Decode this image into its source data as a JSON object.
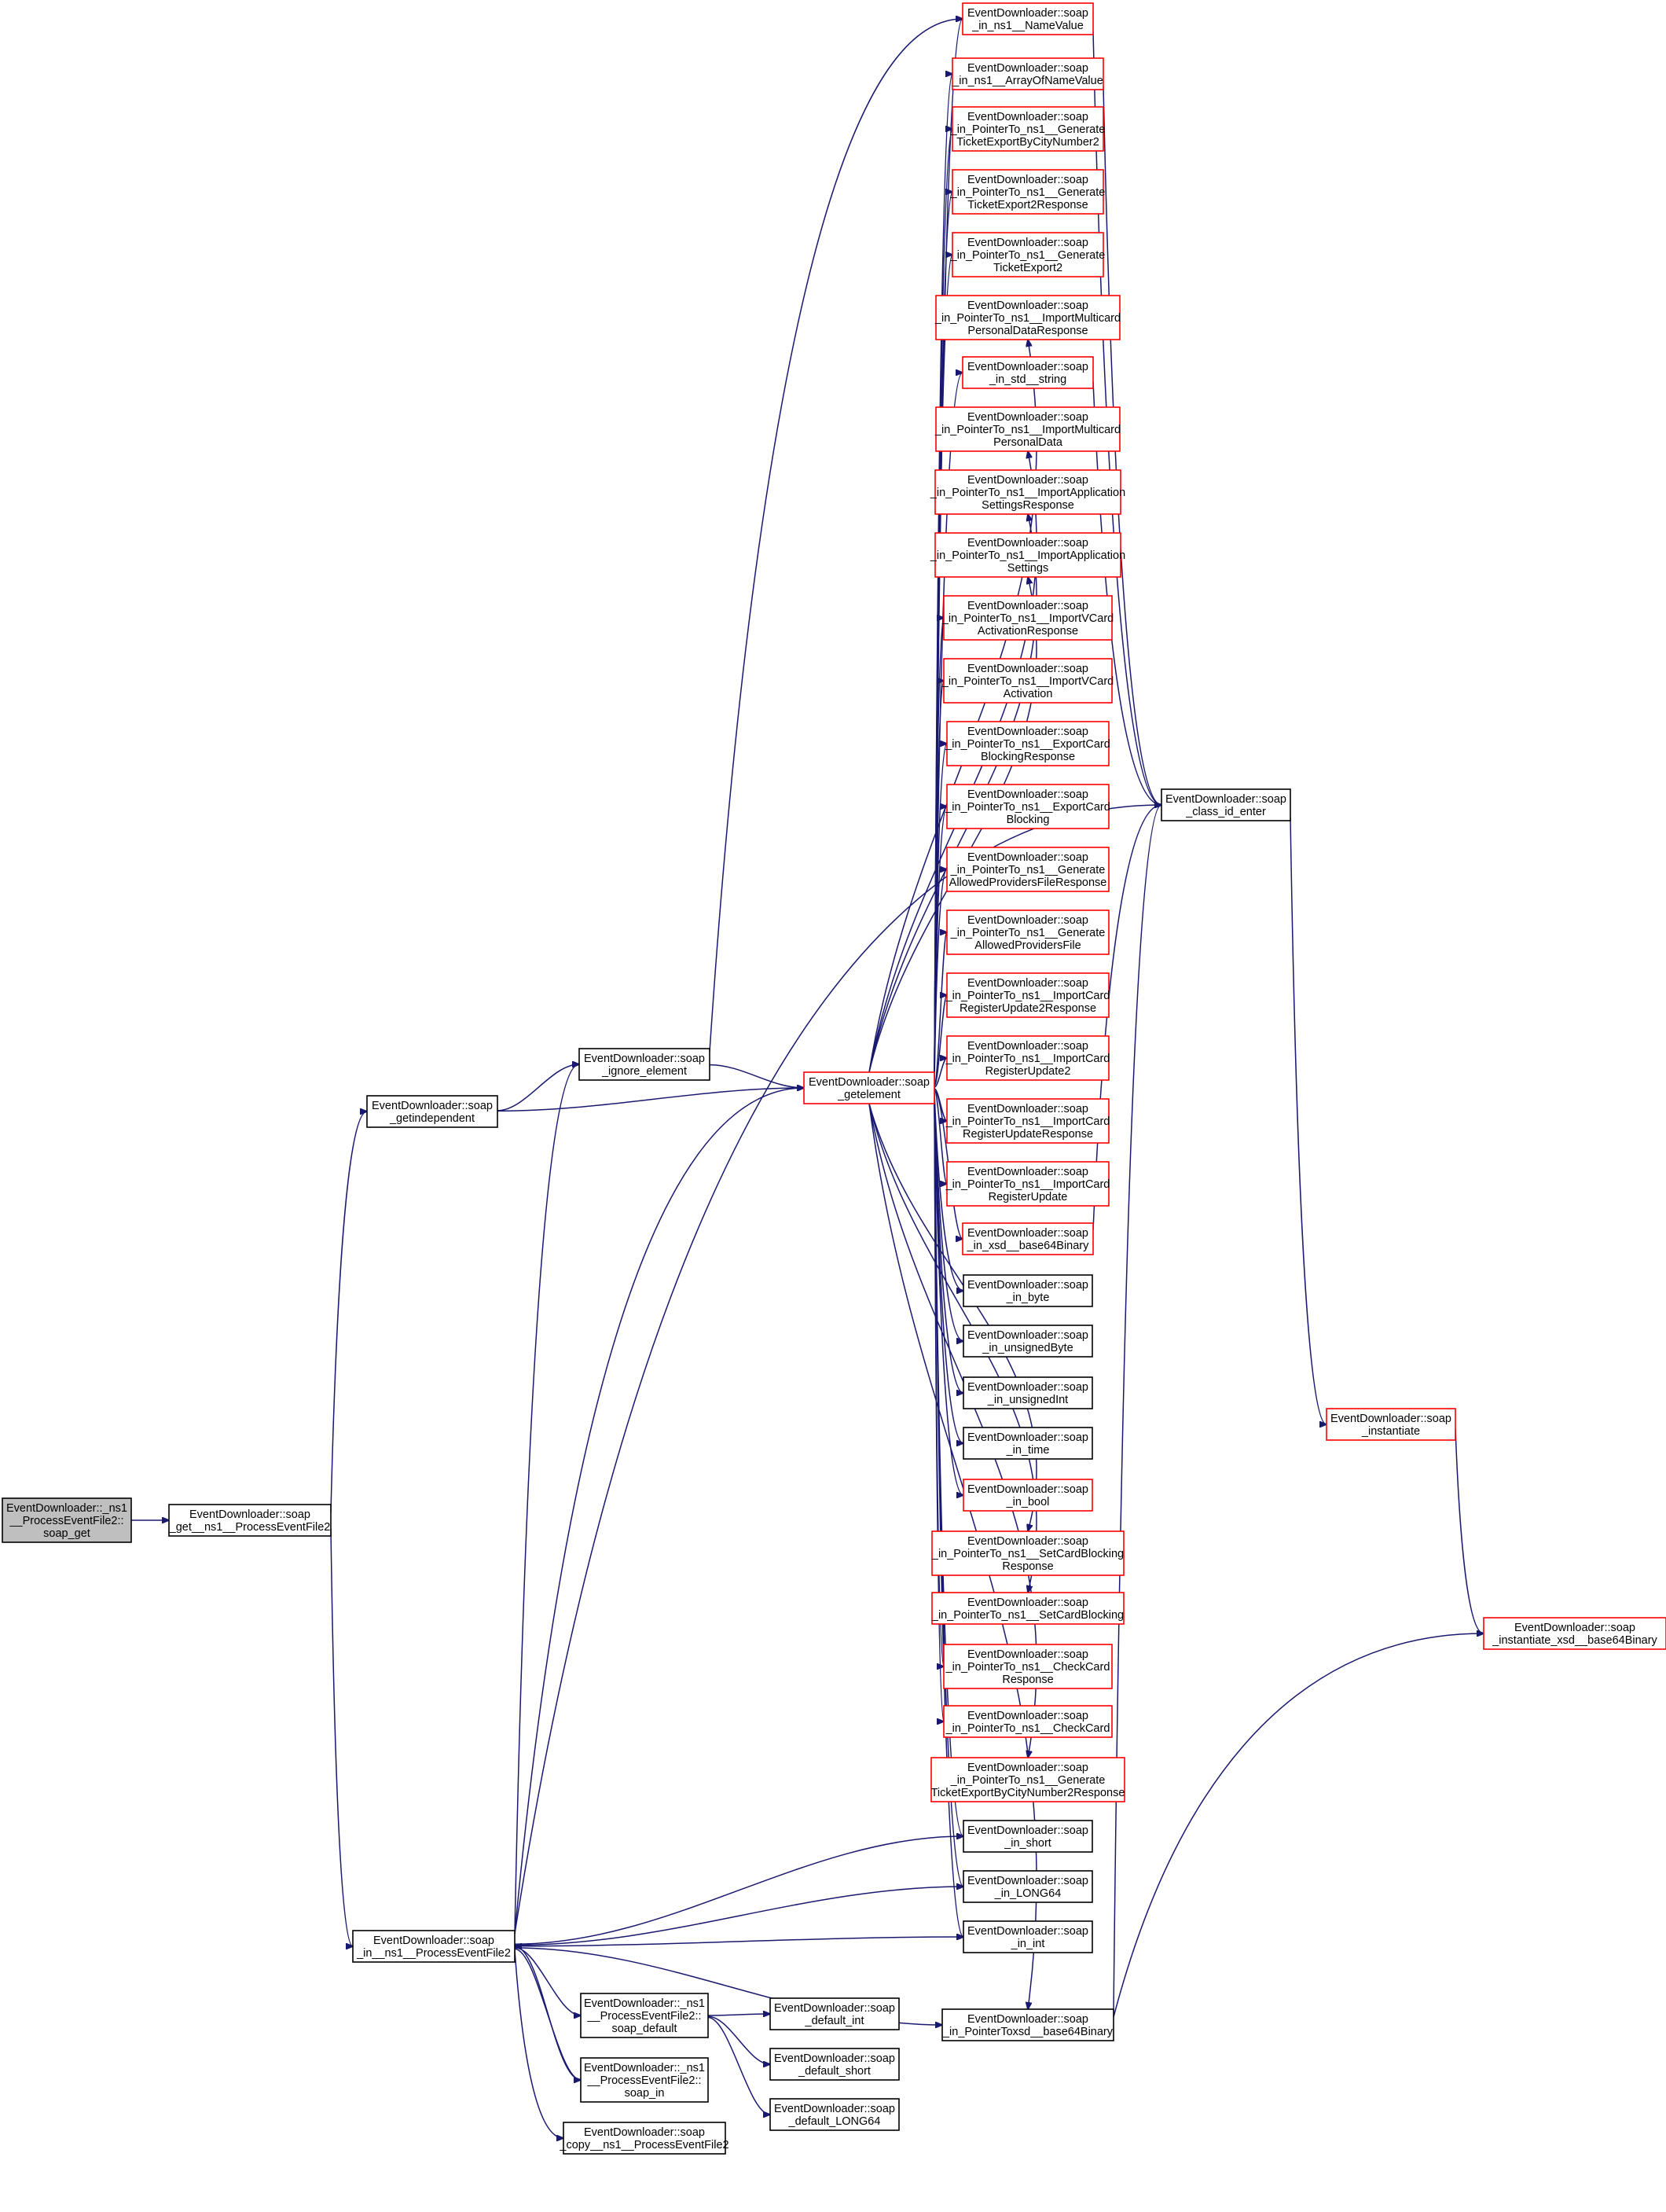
{
  "colors": {
    "edge": "#191970",
    "red_border": "#ff0000",
    "black_border": "#000000",
    "root_fill": "#bfbfbf",
    "node_fill": "#ffffff"
  },
  "diagram": {
    "nodes": [
      {
        "id": "root",
        "lines": [
          "EventDownloader::_ns1",
          "__ProcessEventFile2::",
          "soap_get"
        ],
        "style": "root"
      },
      {
        "id": "get_pef2",
        "lines": [
          "EventDownloader::soap",
          "_get__ns1__ProcessEventFile2"
        ],
        "style": "black"
      },
      {
        "id": "getindependent",
        "lines": [
          "EventDownloader::soap",
          "_getindependent"
        ],
        "style": "black"
      },
      {
        "id": "in_pef2",
        "lines": [
          "EventDownloader::soap",
          "_in__ns1__ProcessEventFile2"
        ],
        "style": "black"
      },
      {
        "id": "ignore",
        "lines": [
          "EventDownloader::soap",
          "_ignore_element"
        ],
        "style": "black"
      },
      {
        "id": "getelement",
        "lines": [
          "EventDownloader::soap",
          "_getelement"
        ],
        "style": "red"
      },
      {
        "id": "pef_default",
        "lines": [
          "EventDownloader::_ns1",
          "__ProcessEventFile2::",
          "soap_default"
        ],
        "style": "black"
      },
      {
        "id": "pef_in",
        "lines": [
          "EventDownloader::_ns1",
          "__ProcessEventFile2::",
          "soap_in"
        ],
        "style": "black"
      },
      {
        "id": "copy_pef2",
        "lines": [
          "EventDownloader::soap",
          "_copy__ns1__ProcessEventFile2"
        ],
        "style": "black"
      },
      {
        "id": "default_int",
        "lines": [
          "EventDownloader::soap",
          "_default_int"
        ],
        "style": "black"
      },
      {
        "id": "default_short",
        "lines": [
          "EventDownloader::soap",
          "_default_short"
        ],
        "style": "black"
      },
      {
        "id": "default_long64",
        "lines": [
          "EventDownloader::soap",
          "_default_LONG64"
        ],
        "style": "black"
      },
      {
        "id": "namevalue",
        "lines": [
          "EventDownloader::soap",
          "_in_ns1__NameValue"
        ],
        "style": "red"
      },
      {
        "id": "arrayofnamevalue",
        "lines": [
          "EventDownloader::soap",
          "_in_ns1__ArrayOfNameValue"
        ],
        "style": "red"
      },
      {
        "id": "gte_by_city",
        "lines": [
          "EventDownloader::soap",
          "_in_PointerTo_ns1__Generate",
          "TicketExportByCityNumber2"
        ],
        "style": "red"
      },
      {
        "id": "gte2_resp",
        "lines": [
          "EventDownloader::soap",
          "_in_PointerTo_ns1__Generate",
          "TicketExport2Response"
        ],
        "style": "red"
      },
      {
        "id": "gte2",
        "lines": [
          "EventDownloader::soap",
          "_in_PointerTo_ns1__Generate",
          "TicketExport2"
        ],
        "style": "red"
      },
      {
        "id": "imc_pd_resp",
        "lines": [
          "EventDownloader::soap",
          "_in_PointerTo_ns1__ImportMulticard",
          "PersonalDataResponse"
        ],
        "style": "red"
      },
      {
        "id": "std_string",
        "lines": [
          "EventDownloader::soap",
          "_in_std__string"
        ],
        "style": "red"
      },
      {
        "id": "imc_pd",
        "lines": [
          "EventDownloader::soap",
          "_in_PointerTo_ns1__ImportMulticard",
          "PersonalData"
        ],
        "style": "red"
      },
      {
        "id": "ias_resp",
        "lines": [
          "EventDownloader::soap",
          "_in_PointerTo_ns1__ImportApplication",
          "SettingsResponse"
        ],
        "style": "red"
      },
      {
        "id": "ias",
        "lines": [
          "EventDownloader::soap",
          "_in_PointerTo_ns1__ImportApplication",
          "Settings"
        ],
        "style": "red"
      },
      {
        "id": "ivc_act_resp",
        "lines": [
          "EventDownloader::soap",
          "_in_PointerTo_ns1__ImportVCard",
          "ActivationResponse"
        ],
        "style": "red"
      },
      {
        "id": "ivc_act",
        "lines": [
          "EventDownloader::soap",
          "_in_PointerTo_ns1__ImportVCard",
          "Activation"
        ],
        "style": "red"
      },
      {
        "id": "ecb_resp",
        "lines": [
          "EventDownloader::soap",
          "_in_PointerTo_ns1__ExportCard",
          "BlockingResponse"
        ],
        "style": "red"
      },
      {
        "id": "ecb",
        "lines": [
          "EventDownloader::soap",
          "_in_PointerTo_ns1__ExportCard",
          "Blocking"
        ],
        "style": "red"
      },
      {
        "id": "gapf_resp",
        "lines": [
          "EventDownloader::soap",
          "_in_PointerTo_ns1__Generate",
          "AllowedProvidersFileResponse"
        ],
        "style": "red"
      },
      {
        "id": "gapf",
        "lines": [
          "EventDownloader::soap",
          "_in_PointerTo_ns1__Generate",
          "AllowedProvidersFile"
        ],
        "style": "red"
      },
      {
        "id": "icru2_resp",
        "lines": [
          "EventDownloader::soap",
          "_in_PointerTo_ns1__ImportCard",
          "RegisterUpdate2Response"
        ],
        "style": "red"
      },
      {
        "id": "icru2",
        "lines": [
          "EventDownloader::soap",
          "_in_PointerTo_ns1__ImportCard",
          "RegisterUpdate2"
        ],
        "style": "red"
      },
      {
        "id": "icru_resp",
        "lines": [
          "EventDownloader::soap",
          "_in_PointerTo_ns1__ImportCard",
          "RegisterUpdateResponse"
        ],
        "style": "red"
      },
      {
        "id": "icru",
        "lines": [
          "EventDownloader::soap",
          "_in_PointerTo_ns1__ImportCard",
          "RegisterUpdate"
        ],
        "style": "red"
      },
      {
        "id": "xsd_b64",
        "lines": [
          "EventDownloader::soap",
          "_in_xsd__base64Binary"
        ],
        "style": "red"
      },
      {
        "id": "in_byte",
        "lines": [
          "EventDownloader::soap",
          "_in_byte"
        ],
        "style": "black"
      },
      {
        "id": "in_ubyte",
        "lines": [
          "EventDownloader::soap",
          "_in_unsignedByte"
        ],
        "style": "black"
      },
      {
        "id": "in_uint",
        "lines": [
          "EventDownloader::soap",
          "_in_unsignedInt"
        ],
        "style": "black"
      },
      {
        "id": "in_time",
        "lines": [
          "EventDownloader::soap",
          "_in_time"
        ],
        "style": "black"
      },
      {
        "id": "in_bool",
        "lines": [
          "EventDownloader::soap",
          "_in_bool"
        ],
        "style": "red"
      },
      {
        "id": "scb_resp",
        "lines": [
          "EventDownloader::soap",
          "_in_PointerTo_ns1__SetCardBlocking",
          "Response"
        ],
        "style": "red"
      },
      {
        "id": "scb",
        "lines": [
          "EventDownloader::soap",
          "_in_PointerTo_ns1__SetCardBlocking"
        ],
        "style": "red"
      },
      {
        "id": "cc_resp",
        "lines": [
          "EventDownloader::soap",
          "_in_PointerTo_ns1__CheckCard",
          "Response"
        ],
        "style": "red"
      },
      {
        "id": "cc",
        "lines": [
          "EventDownloader::soap",
          "_in_PointerTo_ns1__CheckCard"
        ],
        "style": "red"
      },
      {
        "id": "gte_by_city_resp",
        "lines": [
          "EventDownloader::soap",
          "_in_PointerTo_ns1__Generate",
          "TicketExportByCityNumber2Response"
        ],
        "style": "red"
      },
      {
        "id": "in_short",
        "lines": [
          "EventDownloader::soap",
          "_in_short"
        ],
        "style": "black"
      },
      {
        "id": "in_long64",
        "lines": [
          "EventDownloader::soap",
          "_in_LONG64"
        ],
        "style": "black"
      },
      {
        "id": "in_int",
        "lines": [
          "EventDownloader::soap",
          "_in_int"
        ],
        "style": "black"
      },
      {
        "id": "ptr_b64",
        "lines": [
          "EventDownloader::soap",
          "_in_PointerToxsd__base64Binary"
        ],
        "style": "black"
      },
      {
        "id": "class_id_enter",
        "lines": [
          "EventDownloader::soap",
          "_class_id_enter"
        ],
        "style": "black"
      },
      {
        "id": "instantiate",
        "lines": [
          "EventDownloader::soap",
          "_instantiate"
        ],
        "style": "red"
      },
      {
        "id": "inst_b64",
        "lines": [
          "EventDownloader::soap",
          "_instantiate_xsd__base64Binary"
        ],
        "style": "red"
      }
    ]
  }
}
